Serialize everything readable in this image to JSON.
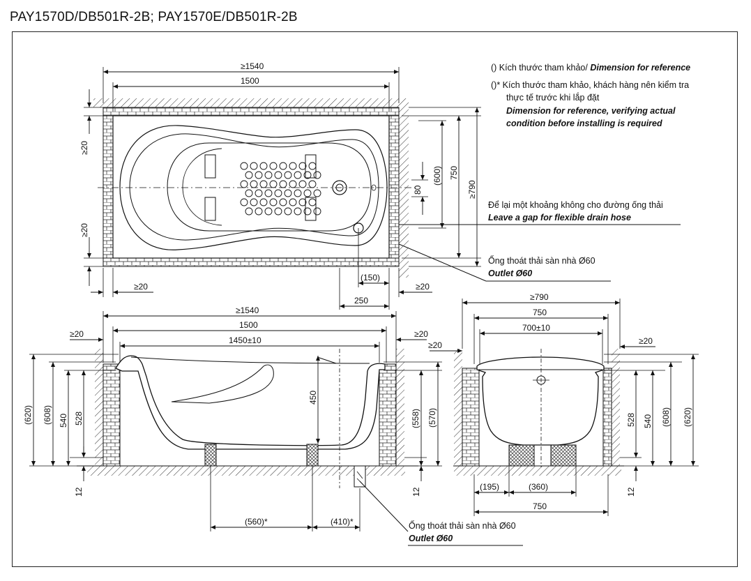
{
  "title": "PAY1570D/DB501R-2B; PAY1570E/DB501R-2B",
  "notes": {
    "ref_vi": "() Kích thước tham khảo/ ",
    "ref_en": "Dimension for reference",
    "verify_vi_1": "()* Kích thước tham khảo, khách hàng nên kiểm tra",
    "verify_vi_2": "thực tế trước khi lắp đặt",
    "verify_en_1": "Dimension for reference, verifying actual",
    "verify_en_2": "condition before installing is required",
    "gap_vi": "Để lại một khoảng không cho đường ống thải",
    "gap_en": "Leave a gap for flexible drain hose",
    "outlet_vi": "Ống thoát thải sàn nhà Ø60",
    "outlet_en": "Outlet Ø60"
  },
  "plan_view": {
    "overall_width": "≥1540",
    "width": "1500",
    "wall_gap_top": "≥20",
    "wall_gap_bottom": "≥20",
    "wall_gap_left": "≥20",
    "wall_gap_right": "≥20",
    "inner_depth": "(600)",
    "depth": "750",
    "overall_depth": "≥790",
    "drain_offset": "80",
    "outlet_offset": "(150)",
    "outlet_zone": "250"
  },
  "front_view": {
    "overall_width": "≥1540",
    "width": "1500",
    "inner_width": "1450±10",
    "gap_left": "≥20",
    "gap_right": "≥20",
    "h_620": "(620)",
    "h_608": "(608)",
    "h_540": "540",
    "h_528": "528",
    "h_450": "450",
    "h_558": "(558)",
    "h_570": "(570)",
    "floor_left": "12",
    "floor_right": "12",
    "foot_spacing": "(560)*",
    "outlet_spacing": "(410)*"
  },
  "side_view": {
    "overall_width": "≥790",
    "width": "750",
    "inner_width": "700±10",
    "gap_left": "≥20",
    "gap_right": "≥20",
    "h_528": "528",
    "h_540": "540",
    "h_608": "(608)",
    "h_620": "(620)",
    "floor": "12",
    "foot_left": "(195)",
    "foot_spacing": "(360)",
    "base_width": "750"
  }
}
